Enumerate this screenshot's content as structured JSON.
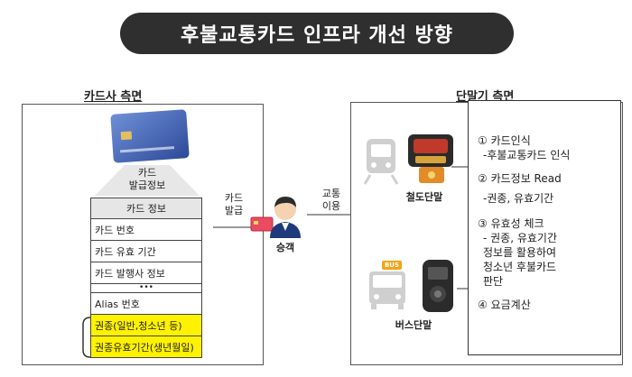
{
  "title": "후불교통카드 인프라 개선 방향",
  "card_company": {
    "label": "카드사 측면",
    "issue_info_label": "카드\n발급정보",
    "table": {
      "header": "카드 정보",
      "rows": [
        "카드 번호",
        "카드 유효 기간",
        "카드 발행사 정보",
        "•••",
        "Alias 번호"
      ],
      "highlight_rows": [
        "권종(일반,청소년 등)",
        "권종유효기간(생년월일)"
      ]
    }
  },
  "flow": {
    "card_issue_label": "카드\n발급",
    "passenger_label": "승객",
    "transit_use_label": "교통\n이용"
  },
  "terminal": {
    "label": "단말기 측면",
    "rail_terminal_label": "철도단말",
    "bus_terminal_label": "버스단말",
    "bus_sign": "BUS",
    "steps": [
      {
        "title": "① 카드인식",
        "detail": "-후불교통카드 인식"
      },
      {
        "title": "② 카드정보 Read",
        "detail": "-권종, 유효기간"
      },
      {
        "title": "③ 유효성 체크",
        "detail": "- 권종, 유효기간\n정보를 활용하여\n청소년 후불카드\n판단"
      },
      {
        "title": "④ 요금계산",
        "detail": ""
      }
    ]
  },
  "colors": {
    "title_bg": "#2f2f2f",
    "highlight": "#fff200",
    "card_blue": "#3b5fb0"
  }
}
